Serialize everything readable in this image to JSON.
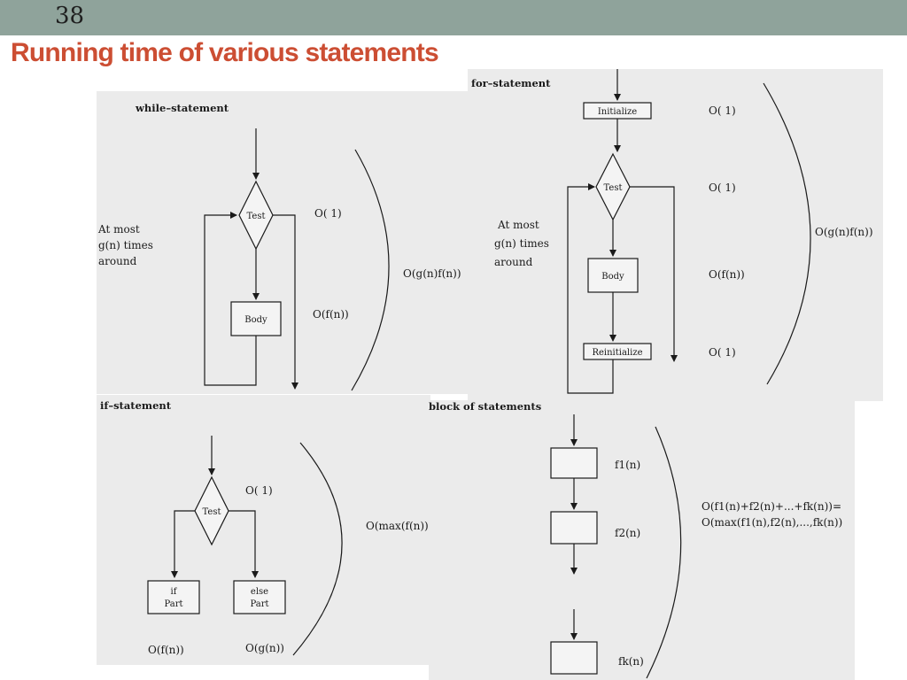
{
  "slide": {
    "number": "38",
    "title": "Running time of various statements"
  },
  "while_statement": {
    "heading": "while–statement",
    "test": "Test",
    "body": "Body",
    "loop_note": [
      "At most",
      "g(n) times",
      "around"
    ],
    "test_cost": "O( 1)",
    "body_cost": "O(f(n))",
    "total": "O(g(n)f(n))"
  },
  "for_statement": {
    "heading": "for–statement",
    "initialize": "Initialize",
    "test": "Test",
    "body": "Body",
    "reinitialize": "Reinitialize",
    "loop_note": [
      "At most",
      "g(n) times",
      "around"
    ],
    "init_cost": "O( 1)",
    "test_cost": "O( 1)",
    "body_cost": "O(f(n))",
    "reinit_cost": "O( 1)",
    "total": "O(g(n)f(n))"
  },
  "if_statement": {
    "heading": "if–statement",
    "test": "Test",
    "if_part": [
      "if",
      "Part"
    ],
    "else_part": [
      "else",
      "Part"
    ],
    "test_cost": "O( 1)",
    "if_cost": "O(f(n))",
    "else_cost": "O(g(n))",
    "total": "O(max(f(n))"
  },
  "block_of_statements": {
    "heading": "block of statements",
    "f1": "f1(n)",
    "f2": "f2(n)",
    "fk": "fk(n)",
    "total_line1": "O(f1(n)+f2(n)+...+fk(n))=",
    "total_line2": "O(max(f1(n),f2(n),...,fk(n))"
  }
}
